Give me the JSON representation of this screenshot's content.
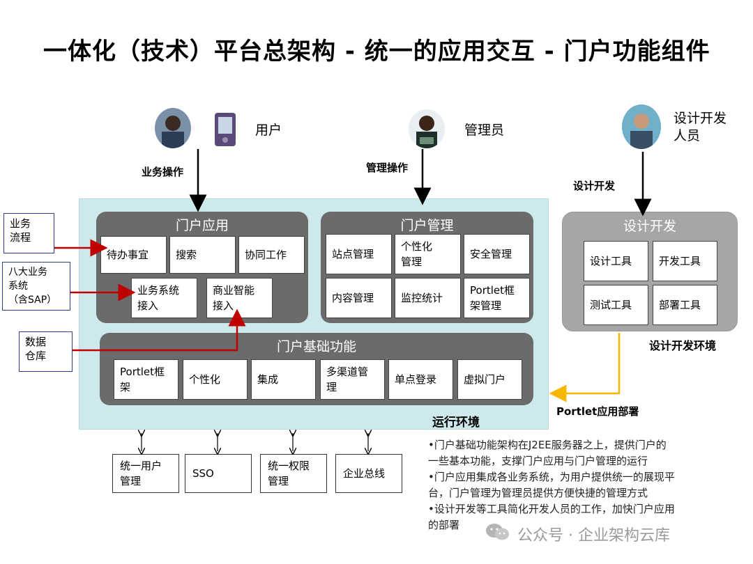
{
  "title": "一体化（技术）平台总架构 - 统一的应用交互 - 门户功能组件",
  "actors": {
    "user": "用户",
    "admin": "管理员",
    "developer_line1": "设计开发",
    "developer_line2": "人员"
  },
  "edges": {
    "business_op": "业务操作",
    "admin_op": "管理操作",
    "design_dev": "设计开发",
    "portlet_deploy": "Portlet应用部署"
  },
  "sources": {
    "biz_process_1": "业务",
    "biz_process_2": "流程",
    "eight_biz_1": "八大业务",
    "eight_biz_2": "系统",
    "eight_biz_3": "（含SAP）",
    "dw_1": "数据",
    "dw_2": "仓库"
  },
  "portal_app": {
    "title": "门户应用",
    "items": [
      "待办事宜",
      "搜索",
      "协同工作"
    ],
    "biz_access_1": "业务系统",
    "biz_access_2": "接入",
    "bi_access_1": "商业智能",
    "bi_access_2": "接入"
  },
  "portal_mgmt": {
    "title": "门户管理",
    "site_mgmt": "站点管理",
    "personal_1": "个性化",
    "personal_2": "管理",
    "security_mgmt": "安全管理",
    "content_mgmt": "内容管理",
    "monitor": "监控统计",
    "portlet_mgmt_1": "Portlet框",
    "portlet_mgmt_2": "架管理"
  },
  "portal_base": {
    "title": "门户基础功能",
    "portlet_fw_1": "Portlet框",
    "portlet_fw_2": "架",
    "personalize": "个性化",
    "integration": "集成",
    "multichannel_1": "多渠道管",
    "multichannel_2": "理",
    "sso_login": "单点登录",
    "virtual_portal": "虚拟门户"
  },
  "runtime_label": "运行环境",
  "design_env": {
    "title": "设计开发",
    "tools": [
      "设计工具",
      "开发工具",
      "测试工具",
      "部署工具"
    ],
    "env_label": "设计开发环境"
  },
  "bottom_services": {
    "uum_1": "统一用户",
    "uum_2": "管理",
    "sso": "SSO",
    "uperm_1": "统一权限",
    "uperm_2": "管理",
    "esb": "企业总线"
  },
  "notes": [
    "•门户基础功能架构在J2EE服务器之上，提供门户的",
    "一些基本功能，支撑门户应用与门户管理的运行",
    "•门户应用集成各业务系统，为用户提供统一的展现平",
    "台，门户管理为管理员提供方便快捷的管理方式",
    "•设计开发等工具简化开发人员的工作，加快门户应用",
    "的部署"
  ],
  "watermark": "公众号 · 企业架构云库",
  "colors": {
    "runtime_bg": "#cde9ec",
    "panel_gray": "#6b6b6b",
    "design_gray": "#a6a6a6",
    "red_arrow": "#c00000",
    "yellow_arrow": "#f5b800"
  }
}
